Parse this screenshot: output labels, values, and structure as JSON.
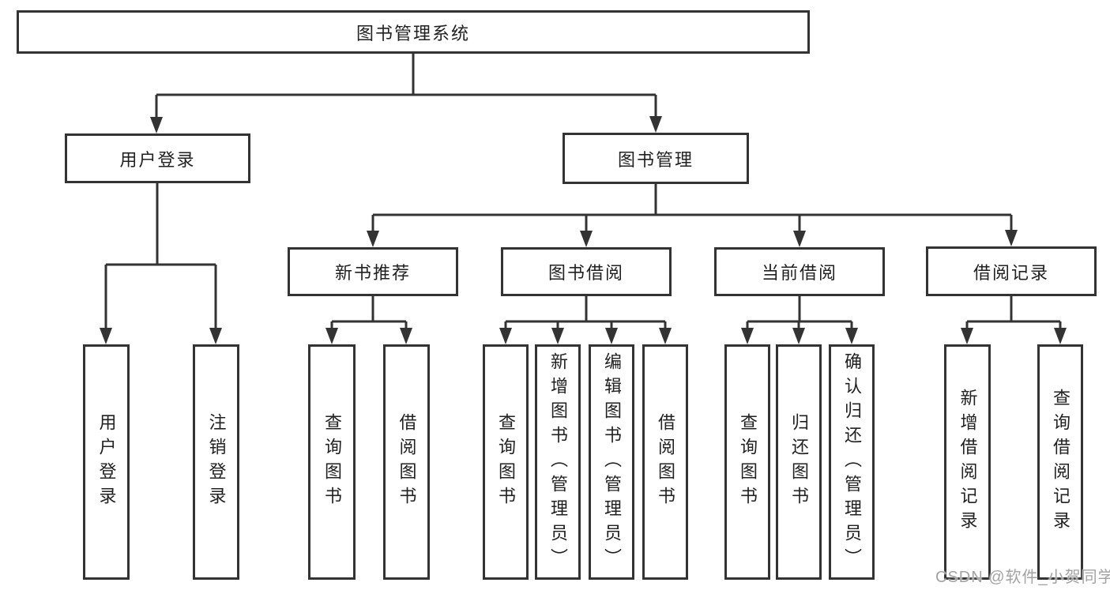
{
  "diagram": {
    "type": "tree",
    "root": {
      "label": "图书管理系统"
    },
    "level2": [
      {
        "label": "用户登录"
      },
      {
        "label": "图书管理"
      }
    ],
    "level3": [
      {
        "label": "新书推荐",
        "parent": "图书管理"
      },
      {
        "label": "图书借阅",
        "parent": "图书管理"
      },
      {
        "label": "当前借阅",
        "parent": "图书管理"
      },
      {
        "label": "借阅记录",
        "parent": "图书管理"
      }
    ],
    "leaves": [
      {
        "label": "用户登录",
        "parent": "用户登录"
      },
      {
        "label": "注销登录",
        "parent": "用户登录"
      },
      {
        "label": "查询图书",
        "parent": "新书推荐"
      },
      {
        "label": "借阅图书",
        "parent": "新书推荐"
      },
      {
        "label": "查询图书",
        "parent": "图书借阅"
      },
      {
        "label": "新增图书（管理员）",
        "parent": "图书借阅"
      },
      {
        "label": "编辑图书（管理员）",
        "parent": "图书借阅"
      },
      {
        "label": "借阅图书",
        "parent": "图书借阅"
      },
      {
        "label": "查询图书",
        "parent": "当前借阅"
      },
      {
        "label": "归还图书",
        "parent": "当前借阅"
      },
      {
        "label": "确认归还（管理员）",
        "parent": "当前借阅"
      },
      {
        "label": "新增借阅记录",
        "parent": "借阅记录"
      },
      {
        "label": "查询借阅记录",
        "parent": "借阅记录"
      }
    ]
  },
  "watermark": "CSDN @软件_小贺同学",
  "colors": {
    "line": "#333333",
    "text": "#212121",
    "box_background": "#ffffff",
    "watermark": "#a3a3a3"
  }
}
